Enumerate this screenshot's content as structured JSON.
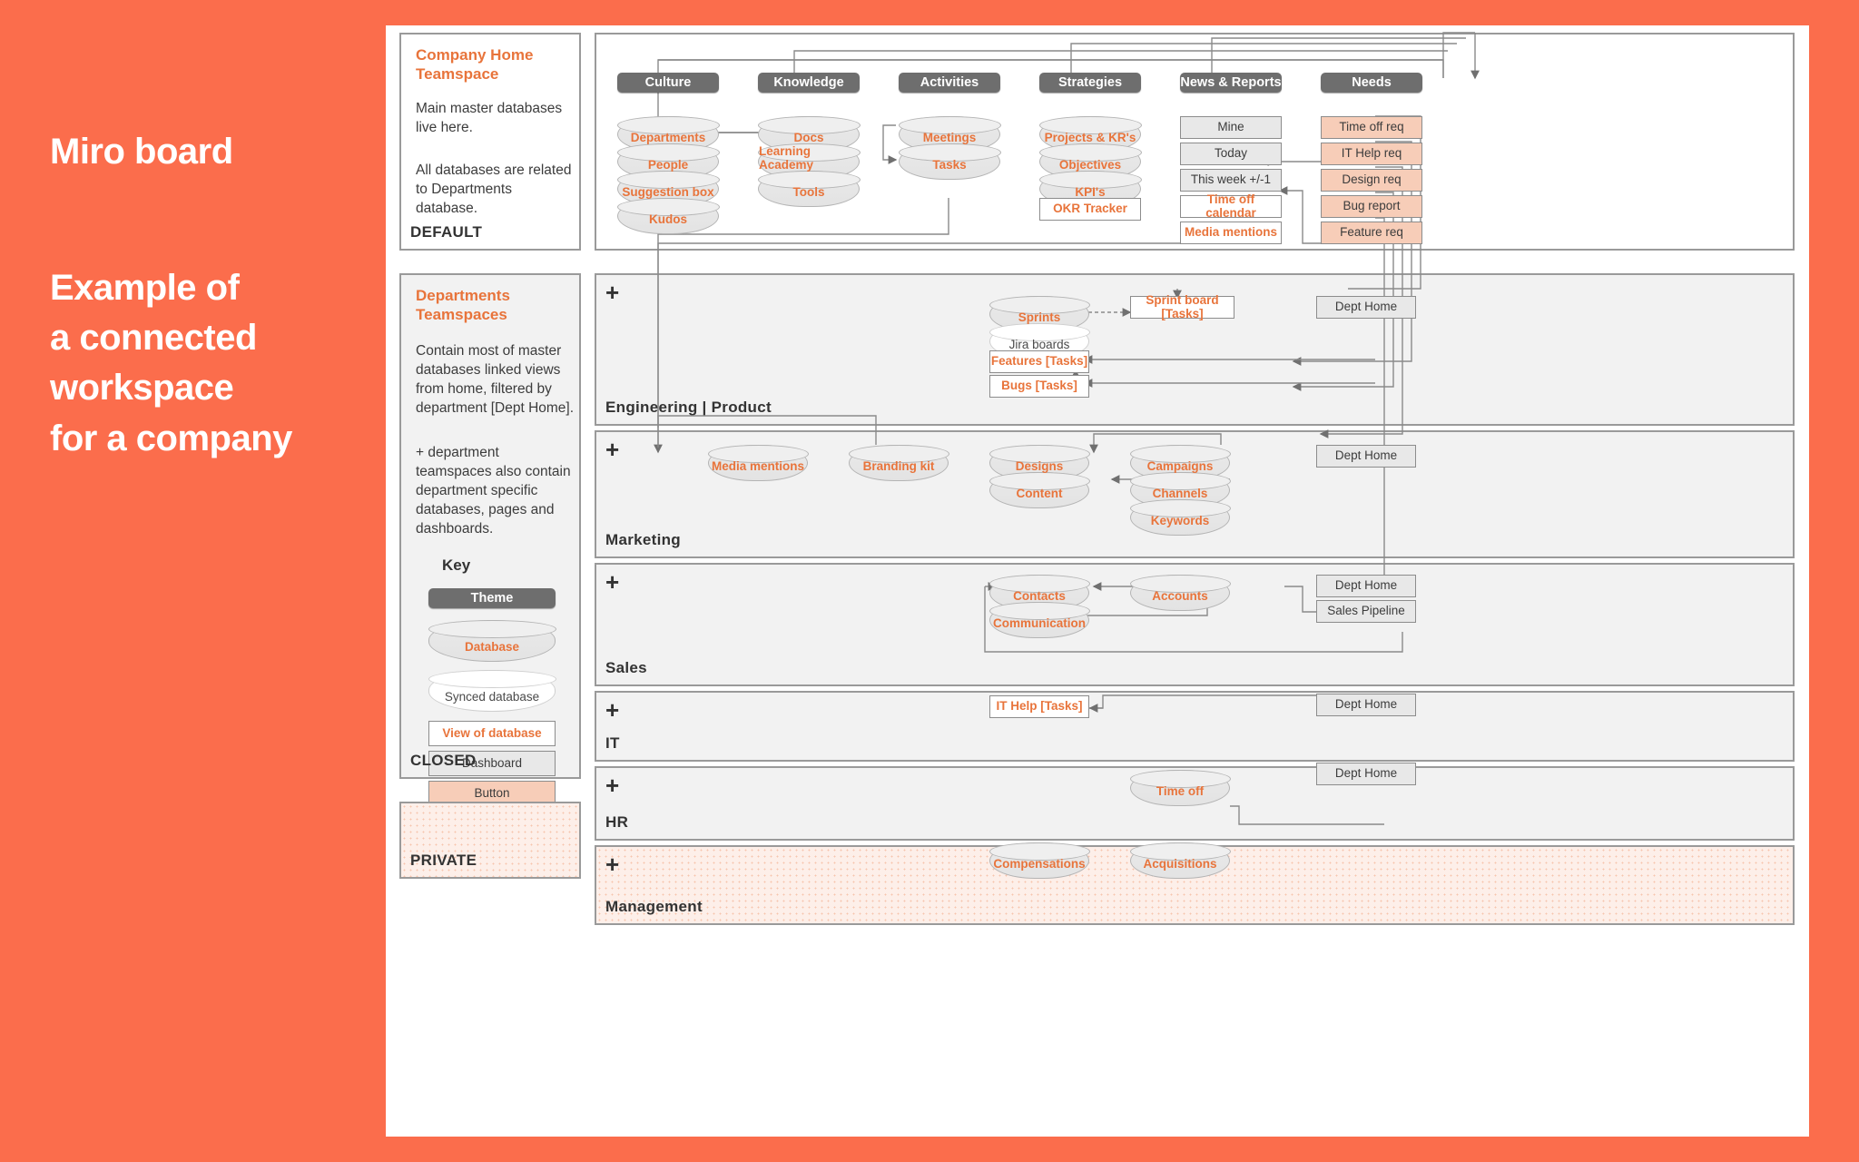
{
  "intro": {
    "title": "Miro board",
    "subtitle": "Example of\na connected\nworkspace\nfor a company"
  },
  "notes": [
    {
      "id": "company-home",
      "heading": "Company Home\nTeamspace",
      "body1": "Main master databases live here.",
      "body2": "All databases are related to Departments database.",
      "footer": "DEFAULT"
    },
    {
      "id": "departments",
      "heading": "Departments\nTeamspaces",
      "body1": "Contain most of master databases linked views from home, filtered by department [Dept Home].",
      "body2": "+ department teamspaces also contain department specific databases, pages and dashboards.",
      "footer": "CLOSED"
    },
    {
      "id": "private",
      "heading": "",
      "body1": "",
      "body2": "",
      "footer": "PRIVATE"
    }
  ],
  "key": {
    "title": "Key",
    "items": [
      {
        "label": "Theme",
        "type": "theme"
      },
      {
        "label": "Database",
        "type": "database"
      },
      {
        "label": "Synced database",
        "type": "synced"
      },
      {
        "label": "View of database",
        "type": "view"
      },
      {
        "label": "Dashboard",
        "type": "dashboard"
      },
      {
        "label": "Button",
        "type": "button"
      }
    ]
  },
  "home": {
    "columns": [
      {
        "theme": "Culture",
        "nodes": [
          {
            "label": "Departments",
            "type": "database"
          },
          {
            "label": "People",
            "type": "database"
          },
          {
            "label": "Suggestion box",
            "type": "database"
          },
          {
            "label": "Kudos",
            "type": "database"
          }
        ]
      },
      {
        "theme": "Knowledge",
        "nodes": [
          {
            "label": "Docs",
            "type": "database"
          },
          {
            "label": "Learning Academy",
            "type": "database"
          },
          {
            "label": "Tools",
            "type": "database"
          }
        ]
      },
      {
        "theme": "Activities",
        "nodes": [
          {
            "label": "Meetings",
            "type": "database"
          },
          {
            "label": "Tasks",
            "type": "database"
          }
        ]
      },
      {
        "theme": "Strategies",
        "nodes": [
          {
            "label": "Projects & KR's",
            "type": "database"
          },
          {
            "label": "Objectives",
            "type": "database"
          },
          {
            "label": "KPI's",
            "type": "database"
          },
          {
            "label": "OKR Tracker",
            "type": "view"
          }
        ]
      },
      {
        "theme": "News & Reports",
        "nodes": [
          {
            "label": "Mine",
            "type": "dashboard"
          },
          {
            "label": "Today",
            "type": "dashboard"
          },
          {
            "label": "This week +/-1",
            "type": "dashboard"
          },
          {
            "label": "Time off calendar",
            "type": "view"
          },
          {
            "label": "Media mentions",
            "type": "view"
          }
        ]
      },
      {
        "theme": "Needs",
        "nodes": [
          {
            "label": "Time off req",
            "type": "button"
          },
          {
            "label": "IT Help req",
            "type": "button"
          },
          {
            "label": "Design req",
            "type": "button"
          },
          {
            "label": "Bug report",
            "type": "button"
          },
          {
            "label": "Feature req",
            "type": "button"
          }
        ]
      }
    ]
  },
  "departments": [
    {
      "name": "Engineering | Product",
      "plus": "+",
      "nodes": [
        {
          "label": "Sprints",
          "type": "database"
        },
        {
          "label": "Jira boards",
          "type": "synced"
        },
        {
          "label": "Features [Tasks]",
          "type": "view"
        },
        {
          "label": "Bugs [Tasks]",
          "type": "view"
        },
        {
          "label": "Sprint board [Tasks]",
          "type": "view"
        },
        {
          "label": "Dept Home",
          "type": "dashboard"
        }
      ]
    },
    {
      "name": "Marketing",
      "plus": "+",
      "nodes": [
        {
          "label": "Media mentions",
          "type": "database"
        },
        {
          "label": "Branding kit",
          "type": "database"
        },
        {
          "label": "Designs",
          "type": "database"
        },
        {
          "label": "Content",
          "type": "database"
        },
        {
          "label": "Campaigns",
          "type": "database"
        },
        {
          "label": "Channels",
          "type": "database"
        },
        {
          "label": "Keywords",
          "type": "database"
        },
        {
          "label": "Dept Home",
          "type": "dashboard"
        }
      ]
    },
    {
      "name": "Sales",
      "plus": "+",
      "nodes": [
        {
          "label": "Contacts",
          "type": "database"
        },
        {
          "label": "Communication",
          "type": "database"
        },
        {
          "label": "Accounts",
          "type": "database"
        },
        {
          "label": "Dept Home",
          "type": "dashboard"
        },
        {
          "label": "Sales Pipeline",
          "type": "dashboard"
        }
      ]
    },
    {
      "name": "IT",
      "plus": "+",
      "nodes": [
        {
          "label": "IT Help [Tasks]",
          "type": "view"
        },
        {
          "label": "Dept Home",
          "type": "dashboard"
        }
      ]
    },
    {
      "name": "HR",
      "plus": "+",
      "nodes": [
        {
          "label": "Time off",
          "type": "database"
        },
        {
          "label": "Dept Home",
          "type": "dashboard"
        }
      ]
    },
    {
      "name": "Management",
      "plus": "+",
      "nodes": [
        {
          "label": "Compensations",
          "type": "database"
        },
        {
          "label": "Acquisitions",
          "type": "database"
        }
      ]
    }
  ],
  "colors": {
    "background": "#fb6d4c",
    "accent": "#e8743b",
    "theme_fill": "#6e6e6e",
    "button_fill": "#f7cdb8",
    "panel_fill": "#f2f2f2"
  }
}
